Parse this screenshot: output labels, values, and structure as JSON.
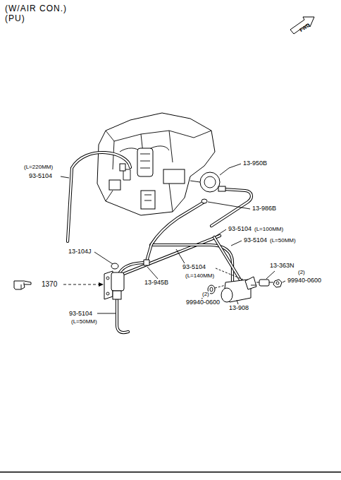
{
  "diagram": {
    "labels": [
      "(W/AIR CON.)",
      "(PU)",
      "FWD",
      "(L=220MM)",
      "93-5104",
      "13-950B",
      "13-986B",
      "93-5104",
      "(L=100MM)",
      "93-5104",
      "(L=50MM)",
      "13-104J",
      "93-5104",
      "(L=140MM)",
      "1370",
      "13-945B",
      "13-363N",
      "(2)",
      "99940-0600",
      "(2)",
      "99940-0600",
      "13-908",
      "93-5104",
      "(L=50MM)"
    ]
  }
}
